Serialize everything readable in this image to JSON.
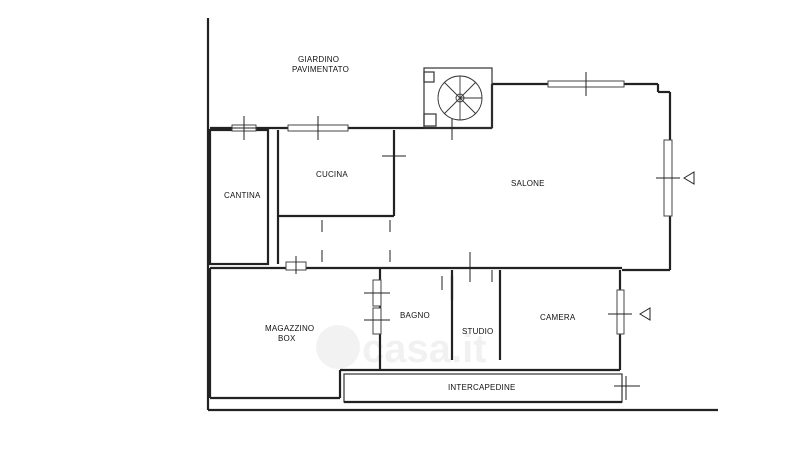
{
  "rooms": {
    "giardino_line1": "GIARDINO",
    "giardino_line2": "PAVIMENTATO",
    "cucina": "CUCINA",
    "salone": "SALONE",
    "cantina": "CANTINA",
    "magazzino_line1": "MAGAZZINO",
    "magazzino_line2": "BOX",
    "bagno": "BAGNO",
    "studio": "STUDIO",
    "camera": "CAMERA",
    "intercapedine": "INTERCAPEDINE"
  },
  "watermark": {
    "text": "casa.it"
  }
}
